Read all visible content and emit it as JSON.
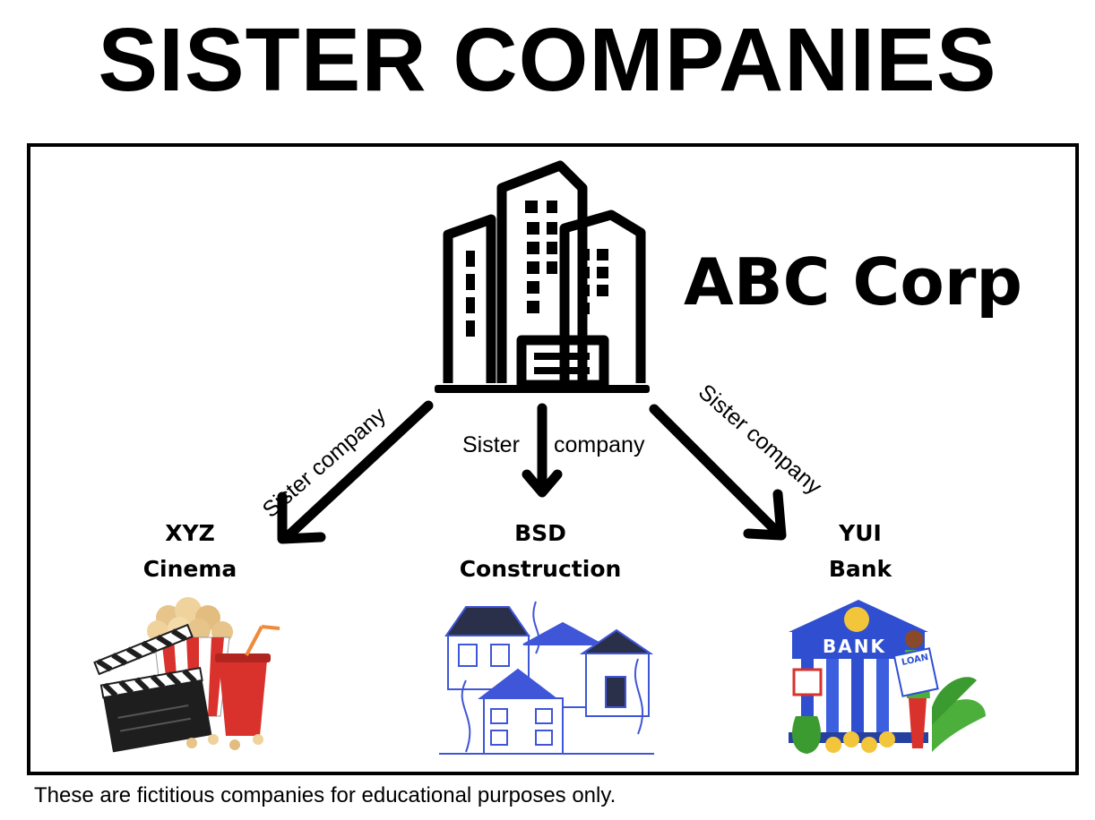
{
  "title": "SISTER COMPANIES",
  "parent": {
    "name": "ABC Corp"
  },
  "relations": {
    "left": "Sister company",
    "middle_a": "Sister",
    "middle_b": "company",
    "right": "Sister company"
  },
  "children": [
    {
      "line1": "XYZ",
      "line2": "Cinema"
    },
    {
      "line1": "BSD",
      "line2": "Construction"
    },
    {
      "line1": "YUI",
      "line2": "Bank"
    }
  ],
  "bank_sign": "BANK",
  "loan_sign": "LOAN",
  "footnote": "These are fictitious companies for educational purposes only.",
  "colors": {
    "bank_blue": "#2f4fd0",
    "house_blue": "#3f56d8",
    "popcorn_red": "#d9312b",
    "leaf_green": "#4caf3c"
  }
}
